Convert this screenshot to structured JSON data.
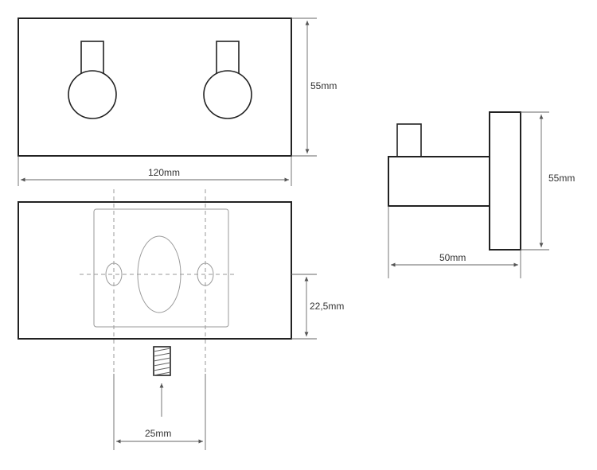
{
  "drawing": {
    "dimensions": {
      "front_height": "55mm",
      "front_width": "120mm",
      "side_height": "55mm",
      "side_depth": "50mm",
      "hole_offset": "22,5mm",
      "hole_spacing": "25mm"
    }
  }
}
